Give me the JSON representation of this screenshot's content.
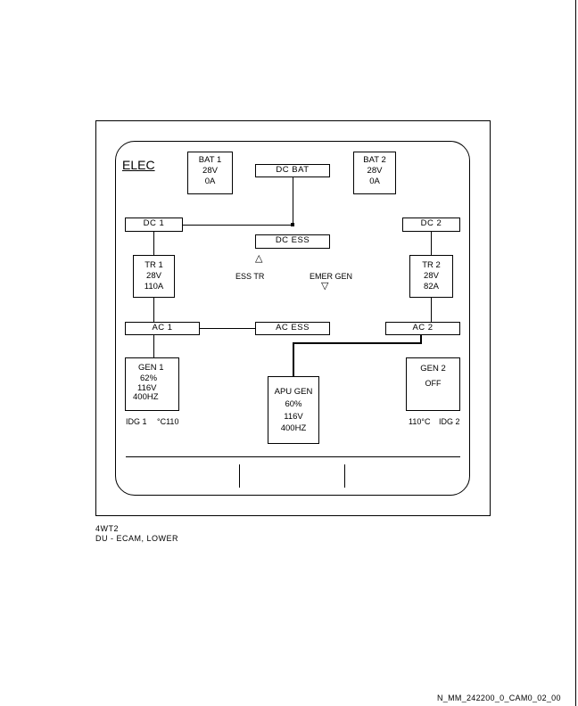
{
  "screen": {
    "title": "ELEC",
    "bat1": {
      "label": "BAT 1",
      "volt": "28V",
      "amp": "0A"
    },
    "bat2": {
      "label": "BAT 2",
      "volt": "28V",
      "amp": "0A"
    },
    "dc_bat": "DC BAT",
    "dc1": "DC 1",
    "dc2": "DC 2",
    "dc_ess": "DC ESS",
    "tr1": {
      "label": "TR 1",
      "volt": "28V",
      "amp": "110A"
    },
    "tr2": {
      "label": "TR 2",
      "volt": "28V",
      "amp": "82A"
    },
    "ess_tr": "ESS TR",
    "emer_gen": "EMER GEN",
    "ac1": "AC 1",
    "ac2": "AC 2",
    "ac_ess": "AC ESS",
    "gen1": {
      "label": "GEN 1",
      "load": "62%",
      "volt": "116V",
      "freq": "400HZ"
    },
    "gen2": {
      "label": "GEN 2",
      "status": "OFF"
    },
    "apu_gen": {
      "label": "APU GEN",
      "load": "60%",
      "volt": "116V",
      "freq": "400HZ"
    },
    "idg1": {
      "label": "IDG 1",
      "temp": "°C110"
    },
    "idg2": {
      "label": "IDG 2",
      "temp": "110°C"
    }
  },
  "caption": {
    "line1": "4WT2",
    "line2": "DU - ECAM, LOWER"
  },
  "footer": "N_MM_242200_0_CAM0_02_00"
}
